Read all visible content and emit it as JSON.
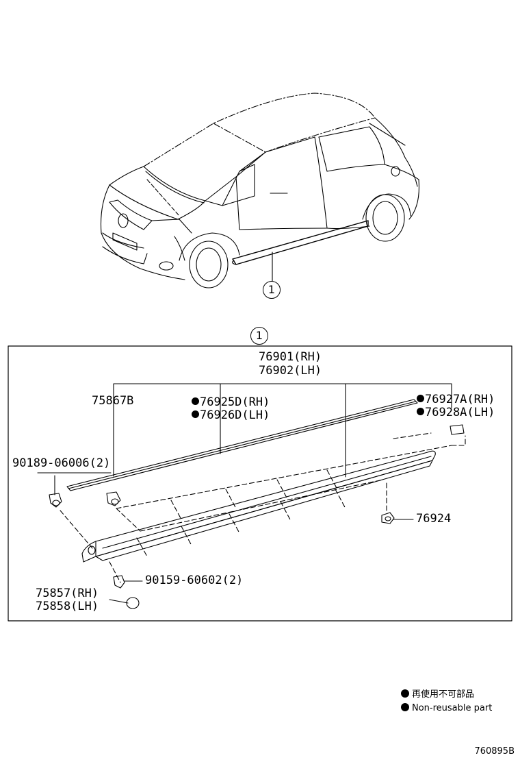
{
  "callout": {
    "number": "1"
  },
  "panel": {
    "ref_number": "1"
  },
  "parts": {
    "side_molding_rh": "76901(RH)",
    "side_molding_lh": "76902(LH)",
    "clip_75867b": "75867B",
    "tape_rh": "76925D(RH)",
    "tape_lh": "76926D(LH)",
    "tape_end_rh": "76927A(RH)",
    "tape_end_lh": "76928A(LH)",
    "clip_90189": "90189-06006(2)",
    "nut_76924": "76924",
    "screw_90159": "90159-60602(2)",
    "cap_rh": "75857(RH)",
    "cap_lh": "75858(LH)"
  },
  "legend": {
    "jp": "再使用不可部品",
    "en": "Non-reusable part"
  },
  "diagram_code": "760895B"
}
